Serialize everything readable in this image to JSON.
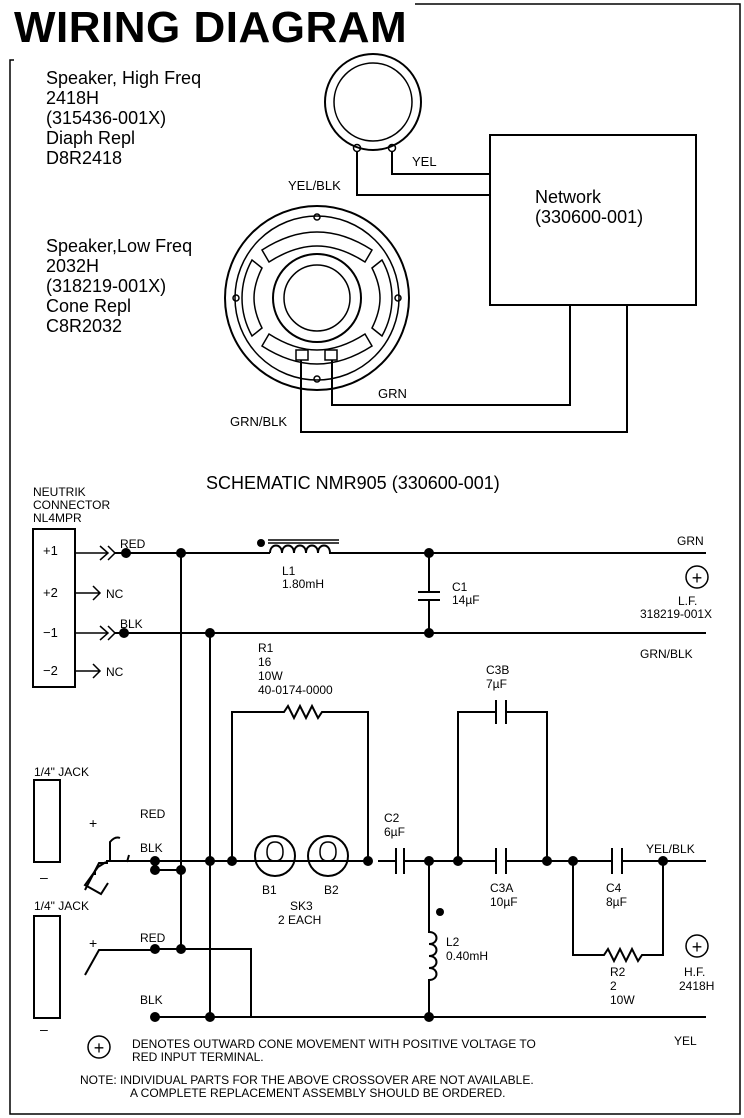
{
  "title": "WIRING DIAGRAM",
  "hf_speaker": {
    "name": "Speaker, High Freq",
    "model": "2418H",
    "part": "(315436-001X)",
    "repl_label": "Diaph Repl",
    "repl_part": "D8R2418",
    "wire_plus": "YEL",
    "wire_minus": "YEL/BLK"
  },
  "lf_speaker": {
    "name": "Speaker,Low Freq",
    "model": "2032H",
    "part": "(318219-001X)",
    "repl_label": "Cone Repl",
    "repl_part": "C8R2032",
    "wire_plus": "GRN",
    "wire_minus": "GRN/BLK"
  },
  "network": {
    "name": "Network",
    "part": "(330600-001)"
  },
  "schematic": {
    "title": "SCHEMATIC NMR905 (330600-001)",
    "connector": {
      "line1": "NEUTRIK",
      "line2": "CONNECTOR",
      "line3": "NL4MPR",
      "pins": [
        "+1",
        "+2",
        "−1",
        "−2"
      ],
      "pin_wires": [
        "RED",
        "NC",
        "BLK",
        "NC"
      ]
    },
    "L1": {
      "name": "L1",
      "value": "1.80mH"
    },
    "C1": {
      "name": "C1",
      "value": "14µF"
    },
    "lf_out": {
      "plus": "GRN",
      "minus": "GRN/BLK",
      "sym": "+",
      "label": "L.F.",
      "part": "318219-001X"
    },
    "R1": {
      "name": "R1",
      "ohms": "16",
      "watts": "10W",
      "part": "40-0174-0000"
    },
    "C3B": {
      "name": "C3B",
      "value": "7µF"
    },
    "jack1": {
      "label": "1/4\" JACK",
      "plus": "+",
      "minus": "–",
      "red": "RED",
      "blk": "BLK"
    },
    "jack2": {
      "label": "1/4\" JACK",
      "plus": "+",
      "minus": "–",
      "red": "RED",
      "blk": "BLK"
    },
    "C2": {
      "name": "C2",
      "value": "6µF"
    },
    "C3A": {
      "name": "C3A",
      "value": "10µF"
    },
    "C4": {
      "name": "C4",
      "value": "8µF"
    },
    "lamps": {
      "b1": "B1",
      "b2": "B2",
      "name": "SK3",
      "qty": "2 EACH"
    },
    "L2": {
      "name": "L2",
      "value": "0.40mH"
    },
    "R2": {
      "name": "R2",
      "ohms": "2",
      "watts": "10W"
    },
    "hf_out": {
      "plus": "YEL/BLK",
      "minus": "YEL",
      "sym": "+",
      "label": "H.F.",
      "part": "2418H"
    }
  },
  "legend": {
    "symbol": "+",
    "line1": "DENOTES OUTWARD CONE MOVEMENT WITH POSITIVE VOLTAGE TO",
    "line2": "RED INPUT TERMINAL."
  },
  "note": {
    "line1": "NOTE:  INDIVIDUAL PARTS FOR THE ABOVE CROSSOVER ARE NOT AVAILABLE.",
    "line2": "A COMPLETE REPLACEMENT ASSEMBLY SHOULD BE ORDERED."
  }
}
